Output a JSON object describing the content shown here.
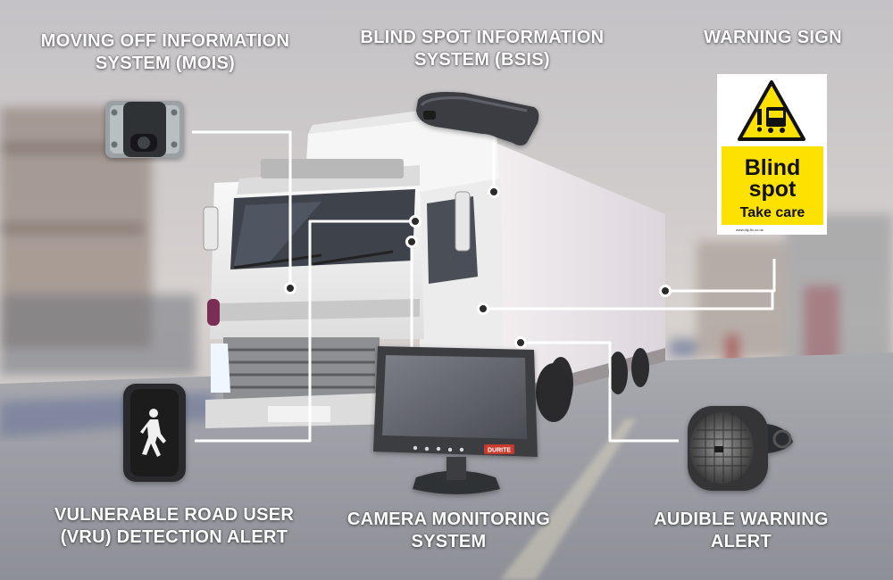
{
  "labels": {
    "mois": [
      "MOVING OFF INFORMATION",
      "SYSTEM (MOIS)"
    ],
    "bsis": [
      "BLIND SPOT INFORMATION",
      "SYSTEM (BSIS)"
    ],
    "warning_sign": [
      "WARNING SIGN"
    ],
    "vru": [
      "VULNERABLE ROAD USER",
      "(VRU) DETECTION ALERT"
    ],
    "camera_monitoring": [
      "CAMERA MONITORING",
      "SYSTEM"
    ],
    "audible_warning": [
      "AUDIBLE WARNING",
      "ALERT"
    ]
  },
  "sign": {
    "line1": "Blind",
    "line2": "spot",
    "line3": "Take care",
    "footer": "www.diy-fix.co.uk"
  },
  "monitor_brand": "DURITE",
  "colors": {
    "connector_line": "#ffffff",
    "sign_yellow": "#fde100",
    "truck_cab": "#f4f4f4",
    "trailer": "#e9e7ea"
  }
}
